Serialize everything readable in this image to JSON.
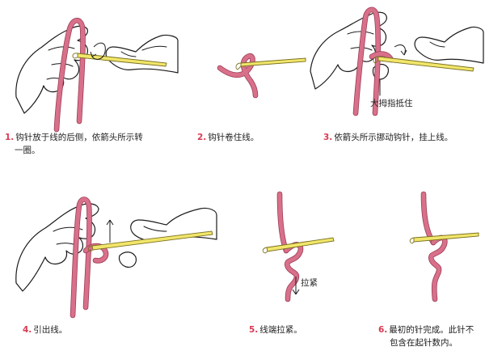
{
  "steps": [
    {
      "number": "1.",
      "line1": "钩针放于线的后侧，依箭头所示转",
      "line2": "一圈。"
    },
    {
      "number": "2.",
      "line1": "钩针卷住线。",
      "line2": ""
    },
    {
      "number": "3.",
      "line1": "依箭头所示挪动钩针，挂上线。",
      "line2": "",
      "note": "大拇指抵住"
    },
    {
      "number": "4.",
      "line1": "引出线。",
      "line2": ""
    },
    {
      "number": "5.",
      "line1": "线端拉紧。",
      "line2": "",
      "note": "拉紧"
    },
    {
      "number": "6.",
      "line1": "最初的针完成。此针不",
      "line2": "包含在起针数内。"
    }
  ],
  "colors": {
    "yarn": "#d9708a",
    "hook": "#f1e66a",
    "step_number": "#d93a52"
  }
}
